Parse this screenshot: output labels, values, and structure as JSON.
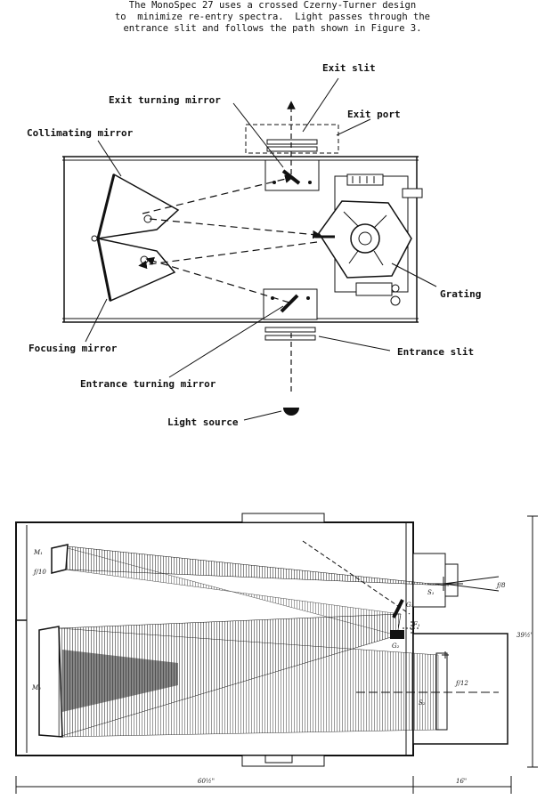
{
  "caption": {
    "line1": "The MonoSpec 27 uses a crossed Czerny-Turner design",
    "line2": "to  minimize re-entry spectra.  Light passes through the",
    "line3": "entrance slit and follows the path shown in Figure 3."
  },
  "top_labels": {
    "exit_slit": "Exit slit",
    "exit_turning_mirror": "Exit turning mirror",
    "exit_port": "Exit port",
    "collimating_mirror": "Collimating mirror",
    "grating": "Grating",
    "focusing_mirror": "Focusing mirror",
    "entrance_slit": "Entrance slit",
    "entrance_turning_mirror": "Entrance turning mirror",
    "light_source": "Light source"
  },
  "bottom_labels": {
    "m1": "M₁",
    "m2": "M₂",
    "f10": "ƒ/10",
    "f8": "ƒ/8",
    "f12": "ƒ/12",
    "s1": "S₁",
    "s2": "S₂",
    "g1": "G₁",
    "g2": "G₂",
    "f1": "F₁",
    "dim_height": "39½\"",
    "dim_width": "60½\"",
    "dim_16": "16\""
  }
}
